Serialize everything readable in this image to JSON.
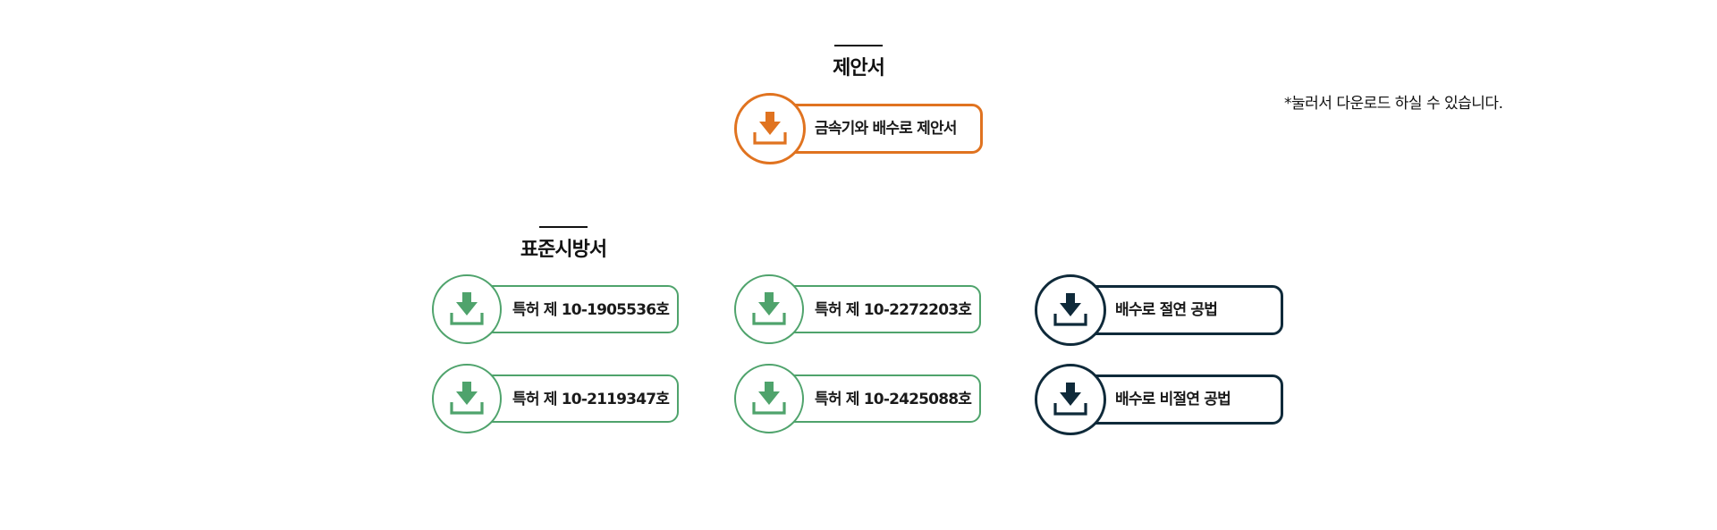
{
  "proposal": {
    "title": "제안서",
    "button": {
      "label": "금속기와 배수로 제안서",
      "color": "#e07320",
      "icon": "download-icon"
    }
  },
  "note": "*눌러서 다운로드 하실 수 있습니다.",
  "specs": {
    "title": "표준시방서",
    "buttons": [
      {
        "label": "특허 제 10-1905536호",
        "color": "#4fa36c",
        "icon": "download-icon"
      },
      {
        "label": "특허 제 10-2272203호",
        "color": "#4fa36c",
        "icon": "download-icon"
      },
      {
        "label": "배수로 절연 공법",
        "color": "#0f2a3a",
        "icon": "download-icon"
      },
      {
        "label": "특허 제 10-2119347호",
        "color": "#4fa36c",
        "icon": "download-icon"
      },
      {
        "label": "특허 제 10-2425088호",
        "color": "#4fa36c",
        "icon": "download-icon"
      },
      {
        "label": "배수로 비절연 공법",
        "color": "#0f2a3a",
        "icon": "download-icon"
      }
    ]
  }
}
